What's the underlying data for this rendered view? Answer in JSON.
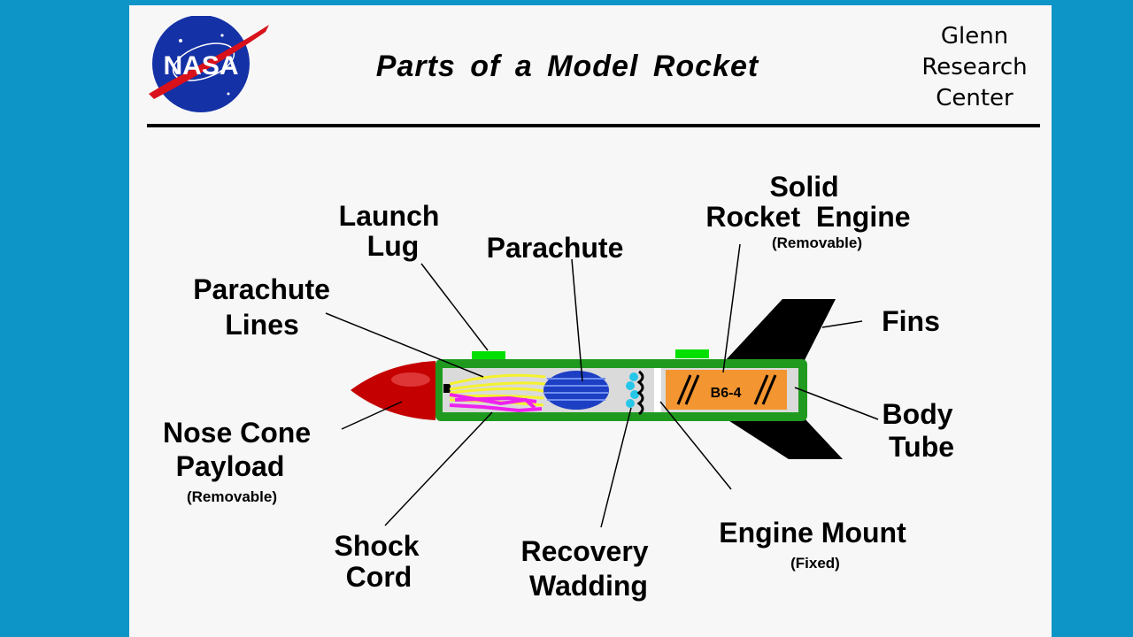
{
  "title": "Parts of a Model Rocket",
  "center_name": [
    "Glenn",
    "Research",
    "Center"
  ],
  "logo_text": "NASA",
  "engine_code": "B6-4",
  "labels": {
    "launch_lug": [
      "Launch",
      "Lug"
    ],
    "parachute": [
      "Parachute"
    ],
    "solid_rocket_engine": [
      "Solid",
      "Rocket  Engine"
    ],
    "solid_rocket_engine_note": "(Removable)",
    "parachute_lines": [
      "Parachute",
      "Lines"
    ],
    "fins": [
      "Fins"
    ],
    "nose_cone_payload": [
      "Nose Cone",
      "Payload"
    ],
    "nose_cone_payload_note": "(Removable)",
    "body_tube": [
      "Body",
      "Tube"
    ],
    "shock_cord": [
      "Shock",
      "Cord"
    ],
    "recovery_wadding": [
      "Recovery",
      "Wadding"
    ],
    "engine_mount": [
      "Engine Mount"
    ],
    "engine_mount_note": "(Fixed)"
  },
  "colors": {
    "background": "#0d95c7",
    "body_tube": "#1f9a1f",
    "launch_lug": "#00e000",
    "nose_cone": "#c40000",
    "fins": "#000000",
    "engine": "#f39530",
    "parachute": "#1c3fc4",
    "parachute_lines": "#f5f22e",
    "shock_cord": "#ee22ee"
  }
}
